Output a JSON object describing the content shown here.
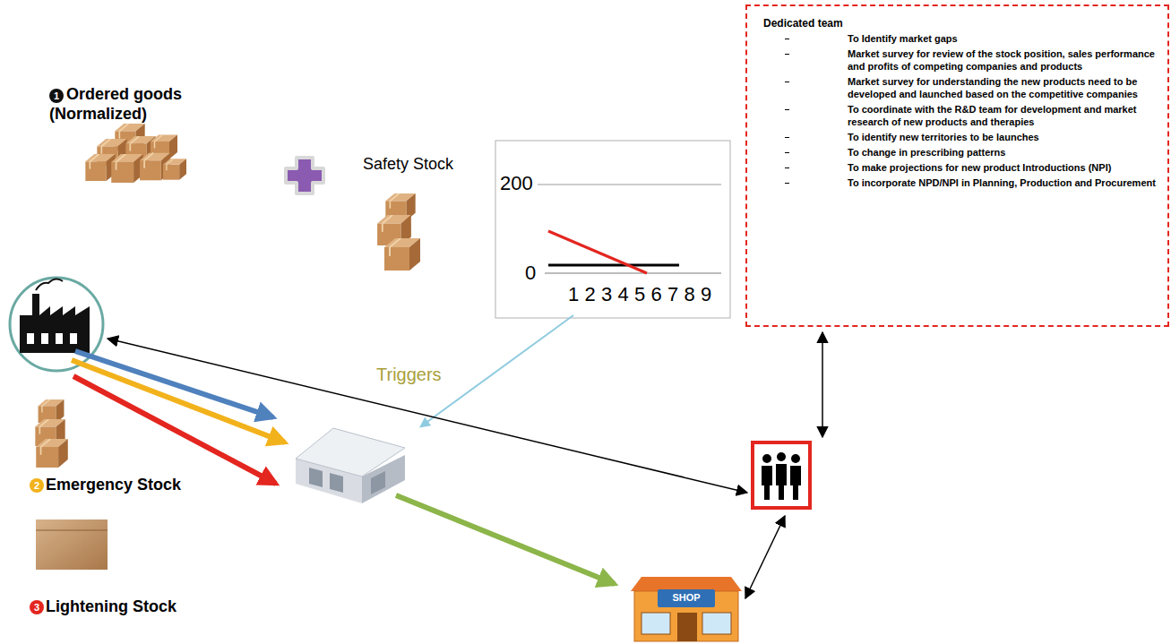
{
  "diagram": {
    "nodes": [
      {
        "text": [
          "Dedicated team",
          "To Identify market gaps",
          "Market survey for review of the stock position, sales performance and profits of competing companies and products",
          "Market survey for understanding the new products need to be developed and launched based on the competitive companies",
          "To coordinate with the R&D team for development and market research of new products and therapies",
          "To identify new territories to be launches",
          "To change in prescribing patterns",
          "To make projections for new product Introductions (NPI)",
          "To incorporate NPD/NPI in Planning, Production and Procurement"
        ]
      }
    ],
    "labels": [
      "1",
      "Ordered goods (Normalized)",
      "Safety Stock",
      "200",
      "0",
      "1",
      "2",
      "3",
      "4",
      "5",
      "6",
      "7",
      "8",
      "9",
      "Triggers",
      "2",
      "Emergency Stock",
      "3",
      "Lightening Stock",
      "SHOP"
    ]
  }
}
